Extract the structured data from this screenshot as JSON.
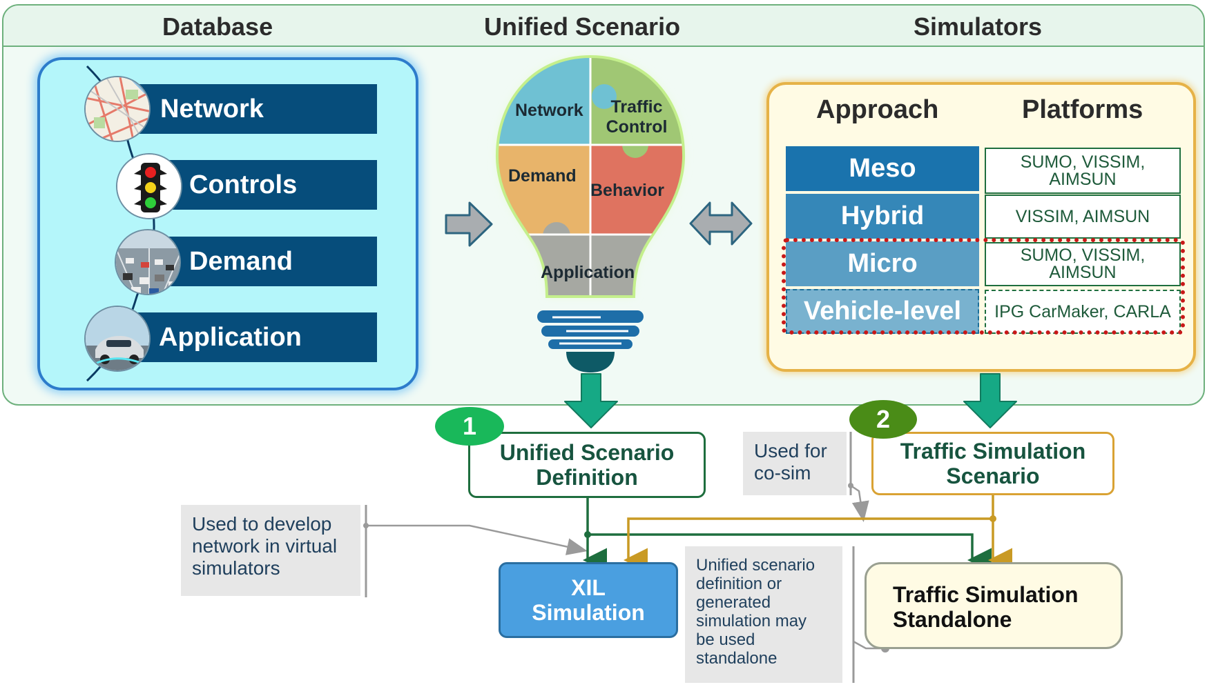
{
  "headers": {
    "database": "Database",
    "unified": "Unified Scenario",
    "simulators": "Simulators"
  },
  "database_items": [
    {
      "label": "Network",
      "icon": "map-icon"
    },
    {
      "label": "Controls",
      "icon": "traffic-light-icon"
    },
    {
      "label": "Demand",
      "icon": "traffic-jam-icon"
    },
    {
      "label": "Application",
      "icon": "autonomous-car-icon"
    }
  ],
  "bulb": {
    "network": "Network",
    "traffic": "Traffic",
    "control": "Control",
    "demand": "Demand",
    "behavior": "Behavior",
    "application": "Application"
  },
  "simulators": {
    "approach_title": "Approach",
    "platforms_title": "Platforms",
    "rows": [
      {
        "approach": "Meso",
        "platforms_line1": "SUMO, VISSIM,",
        "platforms_line2": "AIMSUN",
        "color": "#1a73ad"
      },
      {
        "approach": "Hybrid",
        "platforms_line1": "VISSIM, AIMSUN",
        "platforms_line2": "",
        "color": "#3587b8"
      },
      {
        "approach": "Micro",
        "platforms_line1": "SUMO, VISSIM,",
        "platforms_line2": "AIMSUN",
        "color": "#5a9ec4"
      },
      {
        "approach": "Vehicle-level",
        "platforms_line1": "IPG CarMaker, CARLA",
        "platforms_line2": "",
        "color": "#79b2cf"
      }
    ]
  },
  "outputs": {
    "badge1": "1",
    "badge2": "2",
    "unified_line1": "Unified Scenario",
    "unified_line2": "Definition",
    "traffic_line1": "Traffic Simulation",
    "traffic_line2": "Scenario",
    "xil_line1": "XIL",
    "xil_line2": "Simulation",
    "standalone_line1": "Traffic Simulation",
    "standalone_line2": "Standalone"
  },
  "notes": {
    "cosim_line1": "Used for",
    "cosim_line2": "co-sim",
    "develop_line1": "Used to develop",
    "develop_line2": "network in virtual",
    "develop_line3": "simulators",
    "standalone_lines": [
      "Unified scenario",
      "definition or",
      "generated",
      "simulation may",
      "be used",
      "standalone"
    ]
  },
  "colors": {
    "header_green": "#6db07c",
    "db_bar": "#064d7b",
    "arrow_green": "#16a985",
    "line_green": "#1e6e3e",
    "line_gold": "#c99a24",
    "xil_blue": "#4a9fe0",
    "badge1": "#19b85a",
    "badge2": "#4a8c17",
    "dash_red": "#c81818"
  }
}
